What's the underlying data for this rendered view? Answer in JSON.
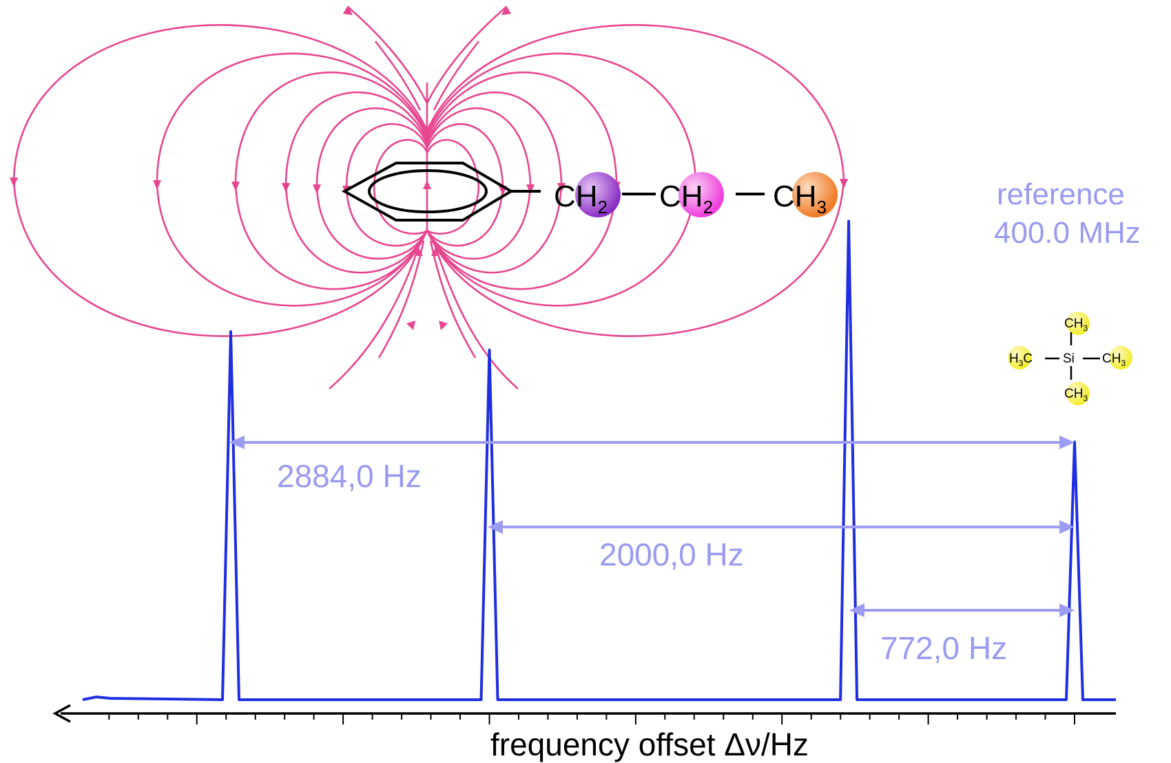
{
  "molecule": {
    "groups": [
      {
        "base": "CH",
        "sub": "2",
        "color": "#8a2fc4"
      },
      {
        "base": "CH",
        "sub": "2",
        "color": "#ee3fdc"
      },
      {
        "base": "CH",
        "sub": "3",
        "color": "#f07a26"
      }
    ]
  },
  "reference": {
    "line1": "reference",
    "line2": "400.0 MHz",
    "tms": {
      "top": {
        "base": "CH",
        "sub": "3"
      },
      "left": {
        "base": "H",
        "sub": "3",
        "tail": "C"
      },
      "center": "Si",
      "right": {
        "base": "CH",
        "sub": "3"
      },
      "bottom": {
        "base": "CH",
        "sub": "3"
      },
      "highlight": "#f2ec2a"
    }
  },
  "measurements": [
    {
      "label": "2884,0 Hz"
    },
    {
      "label": "2000,0 Hz"
    },
    {
      "label": "772,0 Hz"
    }
  ],
  "axis": {
    "label": "frequency offset  Δν/Hz"
  },
  "chart_data": {
    "type": "line",
    "description_units": "Hz",
    "peaks": [
      {
        "offset": 2884.0,
        "relative_height": 1.0
      },
      {
        "offset": 2000.0,
        "relative_height": 0.95
      },
      {
        "offset": 772.0,
        "relative_height": 1.3
      },
      {
        "offset": 0.0,
        "relative_height": 0.7
      }
    ],
    "xlabel": "frequency offset  Δν/Hz",
    "x_direction": "decreasing-to-right",
    "colors": {
      "spectrum": "#1f2ee0",
      "field_lines": "#e8458f",
      "annotations": "#9c9cf2"
    }
  }
}
